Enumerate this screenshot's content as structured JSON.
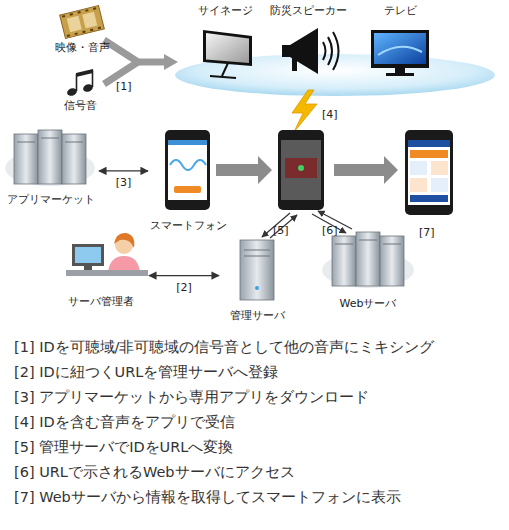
{
  "diagram": {
    "nodes": [
      {
        "text": [
          "映像・音声"
        ]
      },
      {
        "text": [
          "サイネージ"
        ]
      },
      {
        "text": [
          "防災スピーカー"
        ]
      },
      {
        "text": [
          "テレビ"
        ]
      },
      {
        "text": [
          "信号音"
        ]
      },
      {
        "text": [
          "アプリマーケット"
        ]
      },
      {
        "text": [
          "スマートフォン"
        ]
      },
      {
        "text": [
          "サーバ管理者"
        ]
      },
      {
        "text": [
          "管理サーバ"
        ]
      },
      {
        "text": [
          "Webサーバ"
        ]
      }
    ],
    "edges": [
      {
        "from": 5,
        "to": 6,
        "label": "[3]",
        "arrow": "both"
      },
      {
        "from": 7,
        "to": 8,
        "label": "[2]",
        "arrow": "both"
      }
    ],
    "labels": [
      "[1]",
      "[4]",
      "[5]",
      "[6]",
      "[7]",
      "[1] IDを可聴域/非可聴域の信号音として他の音声にミキシング",
      "[2] IDに紐つくURLを管理サーバへ登録",
      "[3] アプリマーケットから専用アプリをダウンロード",
      "[4] IDを含む音声をアプリで受信",
      "[5] 管理サーバでIDをURLへ変換",
      "[6] URLで示されるWebサーバにアクセス",
      "[7] Webサーバから情報を取得してスマートフォンに表示"
    ]
  }
}
